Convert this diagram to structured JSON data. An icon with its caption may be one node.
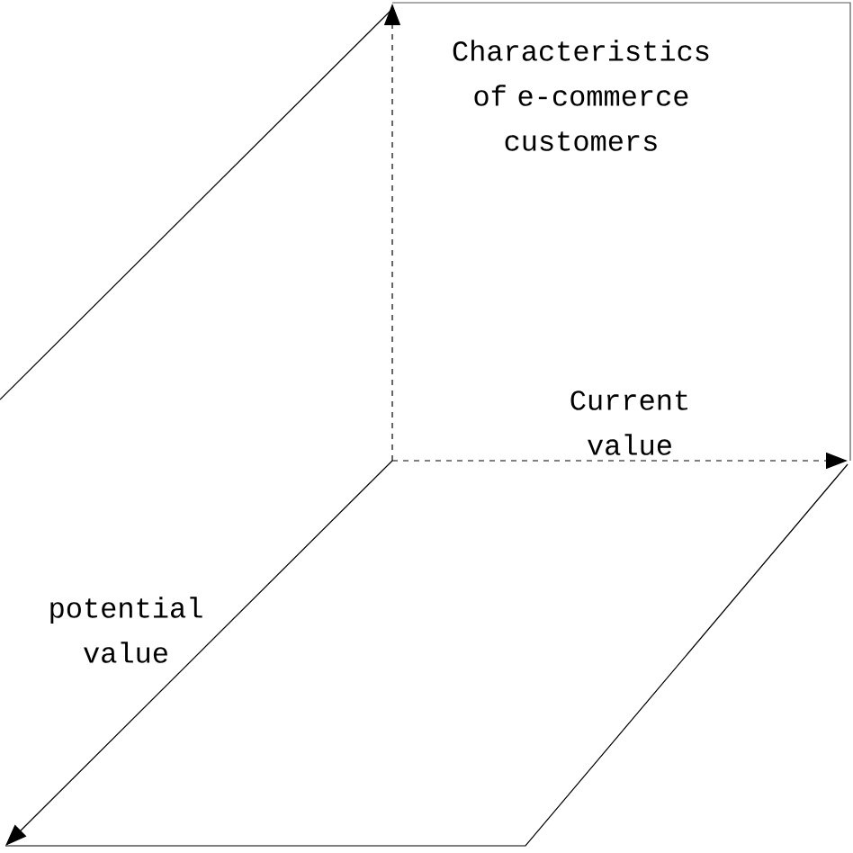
{
  "diagram": {
    "labels": [
      "Characteristics of e-commerce customers",
      "Current value",
      "potential value"
    ]
  }
}
